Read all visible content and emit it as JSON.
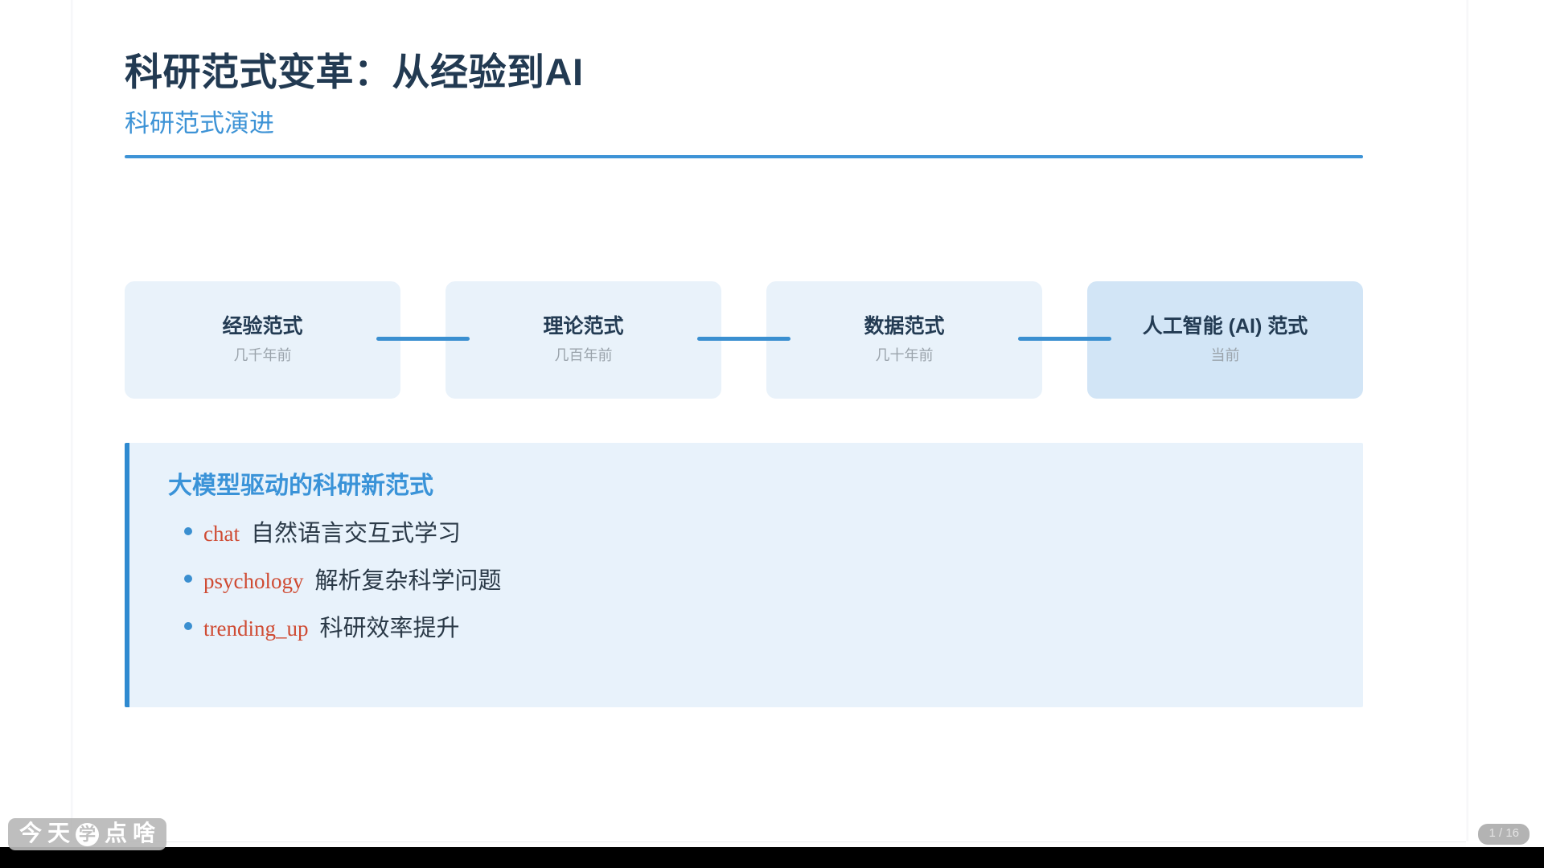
{
  "slide": {
    "title": "科研范式变革：从经验到AI",
    "subtitle": "科研范式演进",
    "page_indicator": "1 / 16",
    "accent_color": "#3d93d6",
    "title_color": "#223a52",
    "card_bg": "#e9f2fa",
    "card_bg_active": "#d2e5f6",
    "callout_bg": "#e8f2fb",
    "icon_text_color": "#cf4b33"
  },
  "timeline": {
    "cards": [
      {
        "name": "经验范式",
        "era": "几千年前",
        "active": false
      },
      {
        "name": "理论范式",
        "era": "几百年前",
        "active": false
      },
      {
        "name": "数据范式",
        "era": "几十年前",
        "active": false
      },
      {
        "name": "人工智能 (AI) 范式",
        "era": "当前",
        "active": true
      }
    ],
    "connector_count": 3
  },
  "callout": {
    "heading": "大模型驱动的科研新范式",
    "items": [
      {
        "icon_name": "chat",
        "text": "自然语言交互式学习"
      },
      {
        "icon_name": "psychology",
        "text": "解析复杂科学问题"
      },
      {
        "icon_name": "trending_up",
        "text": "科研效率提升"
      }
    ]
  },
  "watermark": {
    "prefix": "今 天",
    "badge": "学",
    "suffix": "点 啥"
  }
}
